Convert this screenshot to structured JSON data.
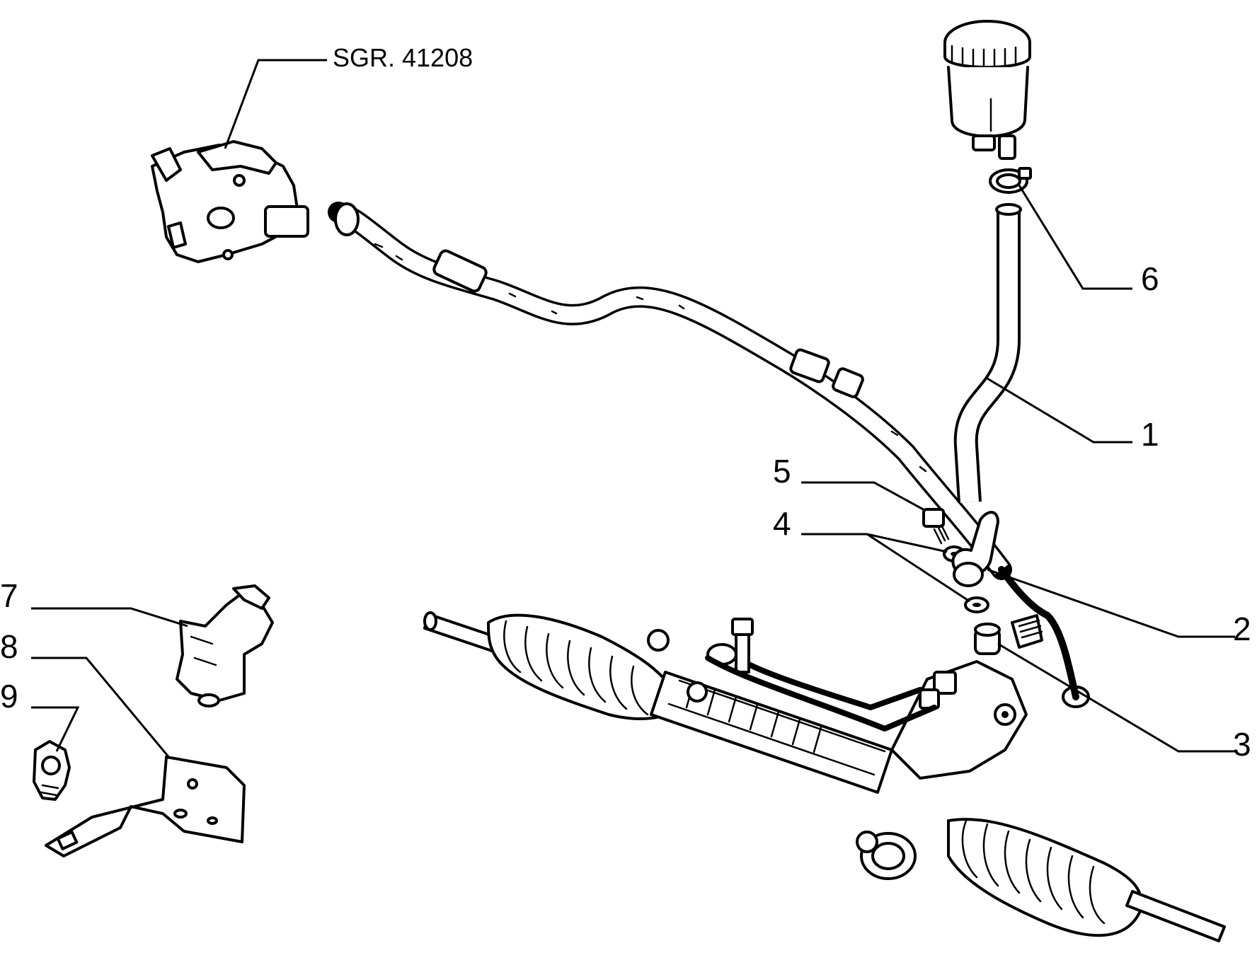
{
  "diagram": {
    "reference_label": "SGR. 41208",
    "callouts": [
      {
        "id": "1",
        "label": "1"
      },
      {
        "id": "2",
        "label": "2"
      },
      {
        "id": "3",
        "label": "3"
      },
      {
        "id": "4",
        "label": "4"
      },
      {
        "id": "5",
        "label": "5"
      },
      {
        "id": "6",
        "label": "6"
      },
      {
        "id": "7",
        "label": "7"
      },
      {
        "id": "8",
        "label": "8"
      },
      {
        "id": "9",
        "label": "9"
      }
    ]
  }
}
